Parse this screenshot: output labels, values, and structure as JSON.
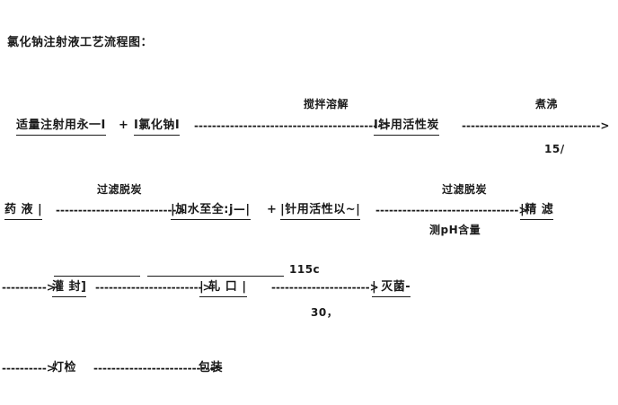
{
  "title": "氯化钠注射液工艺流程图：",
  "row1": {
    "node_water": "适量注射用永一I",
    "plus": "+",
    "node_nacl": "I氯化钠I",
    "arrow1": "------------------------------------------>",
    "arrow1_label": "搅拌溶解",
    "node_carbon": "I针用活性炭",
    "arrow2": "------------------------------->",
    "arrow2_label": "煮沸",
    "arrow2_below": "15/"
  },
  "row2": {
    "node_liquid": "药 液 |",
    "arrow1": "--------------------------->",
    "arrow1_label": "过滤脱炭",
    "node_addwater": "|加水至全:j—|",
    "plus": "+",
    "node_carbon2": "|针用活性以~|",
    "arrow2": "-------------------------------->",
    "arrow2_label": "过滤脱炭",
    "arrow2_below": "测pH含量",
    "node_fine_filter": "|精 滤"
  },
  "row3": {
    "arrow0": "---------->",
    "node_fill": "灌 封]",
    "arrow1": "------------------------>",
    "node_seal": "| 轧 口 |",
    "arrow2": "---------------------->",
    "arrow2_above": "115c",
    "arrow2_below": "30，",
    "node_sterilize": "| 灭菌-"
  },
  "row4": {
    "arrow0": "---------->",
    "node_inspect": "灯检",
    "arrow1": "--------------------------->",
    "node_pack": "包装"
  }
}
